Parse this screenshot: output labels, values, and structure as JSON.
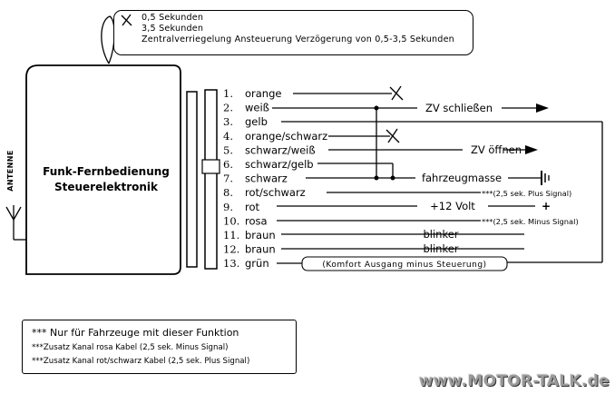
{
  "callout": {
    "line1": "0,5 Sekunden",
    "line2": "3,5 Sekunden",
    "line3": "Zentralverriegelung Ansteuerung Verzögerung von 0,5-3,5 Sekunden"
  },
  "module": {
    "title_line1": "Funk-Fernbedienung",
    "title_line2": "Steuerelektronik",
    "antenna_label": "ANTENNE"
  },
  "wires": [
    {
      "num": "1.",
      "label": "orange"
    },
    {
      "num": "2.",
      "label": "weiß"
    },
    {
      "num": "3.",
      "label": "gelb"
    },
    {
      "num": "4.",
      "label": "orange/schwarz"
    },
    {
      "num": "5.",
      "label": "schwarz/weiß"
    },
    {
      "num": "6.",
      "label": "schwarz/gelb"
    },
    {
      "num": "7.",
      "label": "schwarz"
    },
    {
      "num": "8.",
      "label": "rot/schwarz"
    },
    {
      "num": "9.",
      "label": "rot"
    },
    {
      "num": "10.",
      "label": "rosa"
    },
    {
      "num": "11.",
      "label": "braun"
    },
    {
      "num": "12.",
      "label": "braun"
    },
    {
      "num": "13.",
      "label": "grün"
    }
  ],
  "connections": {
    "zv_close": "ZV schließen",
    "zv_open": "ZV öffnen",
    "ground": "fahrzeugmasse",
    "plus_signal_note": "***(2,5 sek. Plus Signal)",
    "plus12": "+12 Volt",
    "plus_symbol": "+",
    "minus_signal_note": "***(2,5 sek. Minus Signal)",
    "blinker1": "blinker",
    "blinker2": "blinker",
    "comfort": "(Komfort Ausgang minus Steuerung)"
  },
  "footnote": {
    "line1": "*** Nur für Fahrzeuge mit dieser Funktion",
    "line2": "***Zusatz Kanal rosa Kabel (2,5 sek. Minus Signal)",
    "line3": "***Zusatz Kanal rot/schwarz Kabel (2,5 sek. Plus Signal)"
  },
  "watermark": "www.MOTOR-TALK.de"
}
